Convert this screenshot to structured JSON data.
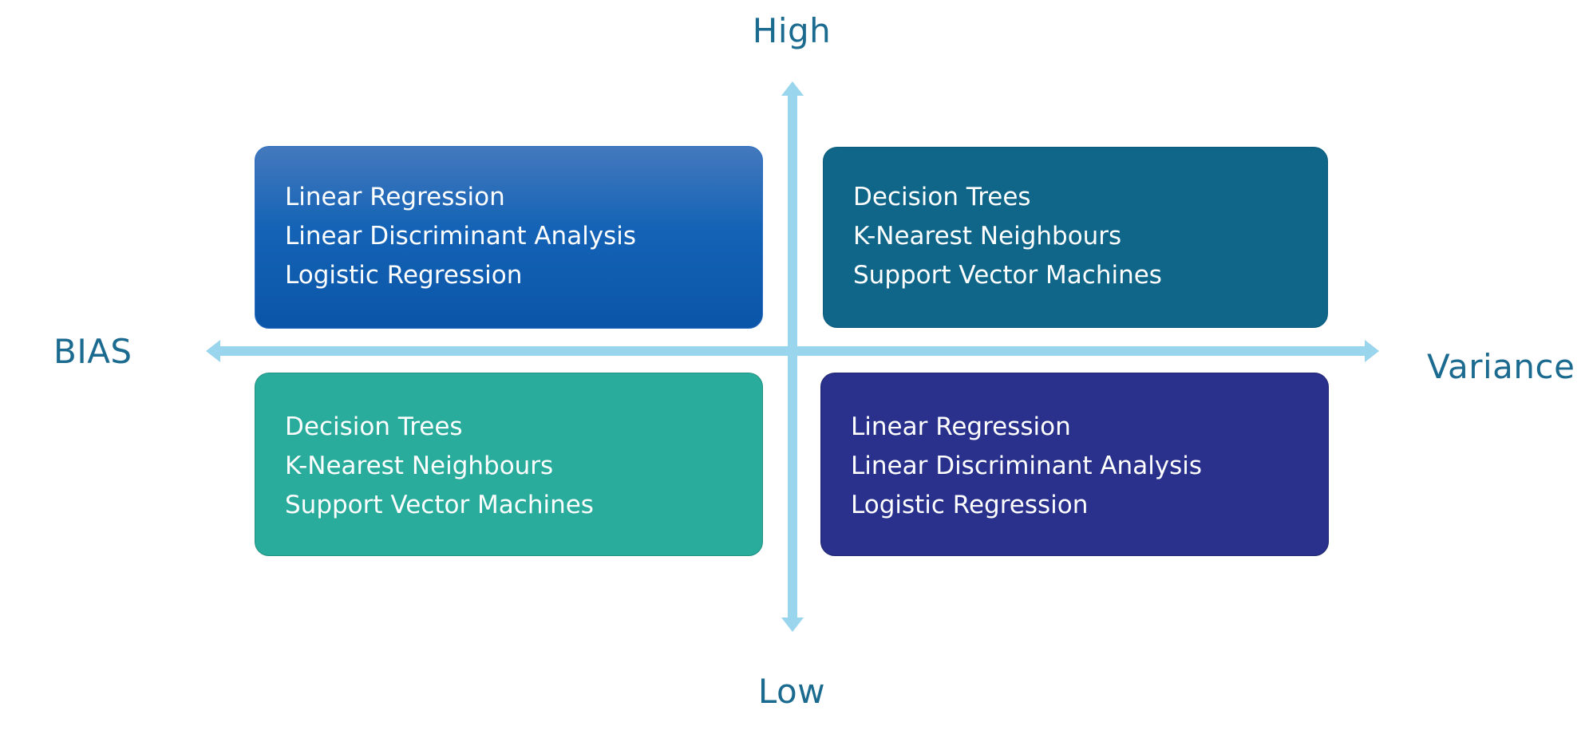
{
  "axes": {
    "top_label": "High",
    "bottom_label": "Low",
    "left_label": "BIAS",
    "right_label": "Variance",
    "arrow_color": "#9ad5ee"
  },
  "quadrants": {
    "top_left": {
      "color": "#1463b6",
      "items": [
        "Linear Regression",
        "Linear Discriminant Analysis",
        "Logistic Regression"
      ]
    },
    "top_right": {
      "color": "#0f6689",
      "items": [
        "Decision Trees",
        "K-Nearest Neighbours",
        "Support Vector Machines"
      ]
    },
    "bottom_left": {
      "color": "#29ac9c",
      "items": [
        "Decision Trees",
        "K-Nearest Neighbours",
        "Support Vector Machines"
      ]
    },
    "bottom_right": {
      "color": "#29318c",
      "items": [
        "Linear Regression",
        "Linear Discriminant Analysis",
        "Logistic Regression"
      ]
    }
  }
}
